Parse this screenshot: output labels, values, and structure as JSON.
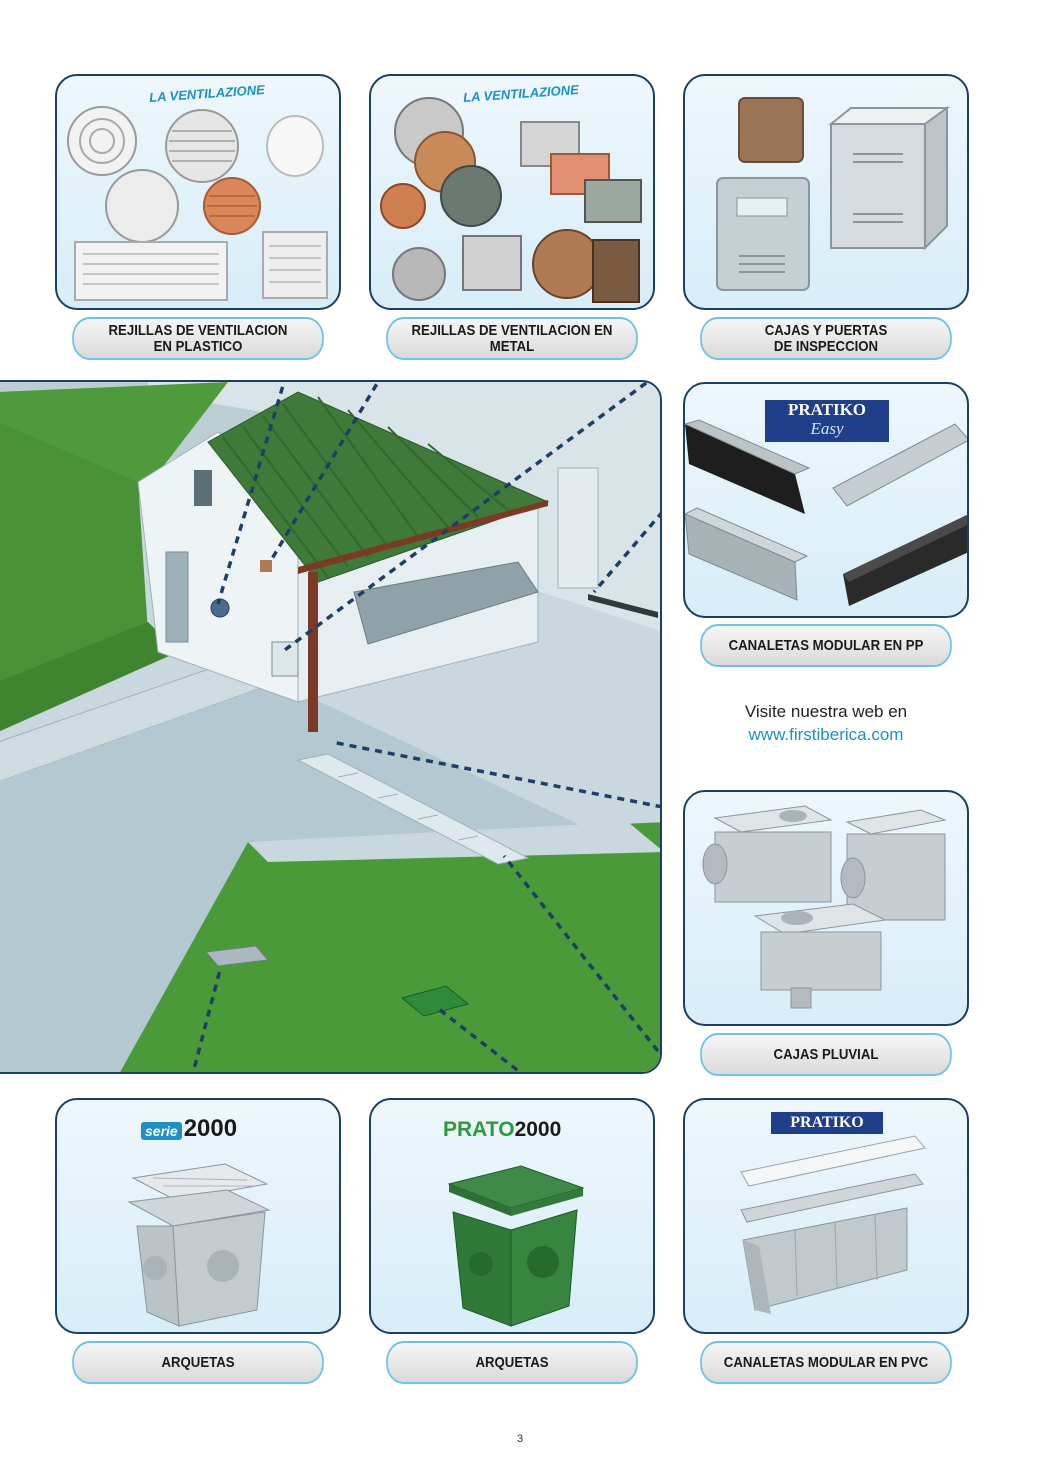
{
  "top_panels": [
    {
      "label": "REJILLAS DE VENTILACION\nEN PLASTICO",
      "brand": "LA VENTILAZIONE"
    },
    {
      "label": "REJILLAS DE VENTILACION EN METAL",
      "brand": "LA VENTILAZIONE"
    },
    {
      "label": "CAJAS Y PUERTAS\nDE INSPECCION"
    }
  ],
  "right_panels": [
    {
      "label": "CANALETAS MODULAR EN PP",
      "brand": "PRATIKO",
      "brand_sub": "Easy"
    },
    {
      "label": "CAJAS PLUVIAL"
    }
  ],
  "bottom_panels": [
    {
      "label": "ARQUETAS",
      "brand_a": "serie",
      "brand_b": "2000"
    },
    {
      "label": "ARQUETAS",
      "brand_a": "PRATO",
      "brand_b": "2000"
    },
    {
      "label": "CANALETAS MODULAR EN PVC",
      "brand": "PRATIKO"
    }
  ],
  "website": {
    "text": "Visite nuestra web en",
    "url": "www.firstiberica.com"
  },
  "page_number": "3",
  "colors": {
    "frame": "#1d3f66",
    "label_border": "#6fc3e6",
    "link": "#1e8fc8",
    "grass": "#4e9a3c",
    "roof": "#3f7a3a"
  }
}
